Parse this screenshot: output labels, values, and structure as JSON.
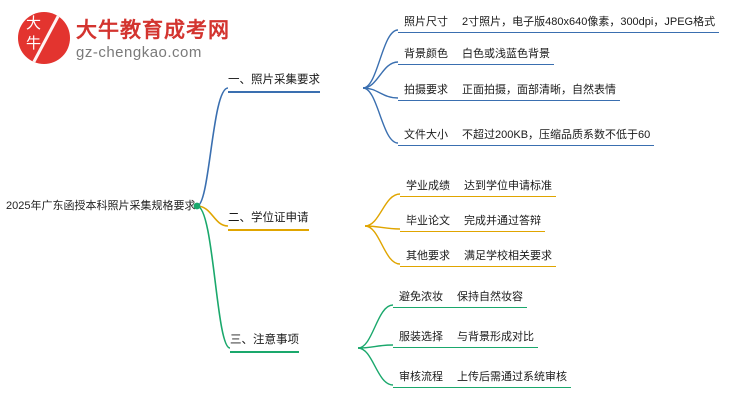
{
  "logo": {
    "badge_char_top": "大",
    "badge_char_bottom": "牛",
    "name": "大牛教育成考网",
    "url": "gz-chengkao.com",
    "accent": "#d3342f"
  },
  "mindmap": {
    "root": "2025年广东函授本科照片采集规格要求",
    "colors": {
      "branch1": "#3a6fb0",
      "branch2": "#e0a500",
      "branch3": "#1aa86c"
    },
    "branches": [
      {
        "label": "一、照片采集要求",
        "color": "#3a6fb0",
        "items": [
          {
            "key": "照片尺寸",
            "value": "2寸照片，电子版480x640像素，300dpi，JPEG格式"
          },
          {
            "key": "背景颜色",
            "value": "白色或浅蓝色背景"
          },
          {
            "key": "拍摄要求",
            "value": "正面拍摄，面部清晰，自然表情"
          },
          {
            "key": "文件大小",
            "value": "不超过200KB，压缩品质系数不低于60"
          }
        ]
      },
      {
        "label": "二、学位证申请",
        "color": "#e0a500",
        "items": [
          {
            "key": "学业成绩",
            "value": "达到学位申请标准"
          },
          {
            "key": "毕业论文",
            "value": "完成并通过答辩"
          },
          {
            "key": "其他要求",
            "value": "满足学校相关要求"
          }
        ]
      },
      {
        "label": "三、注意事项",
        "color": "#1aa86c",
        "items": [
          {
            "key": "避免浓妆",
            "value": "保持自然妆容"
          },
          {
            "key": "服装选择",
            "value": "与背景形成对比"
          },
          {
            "key": "审核流程",
            "value": "上传后需通过系统审核"
          }
        ]
      }
    ]
  }
}
